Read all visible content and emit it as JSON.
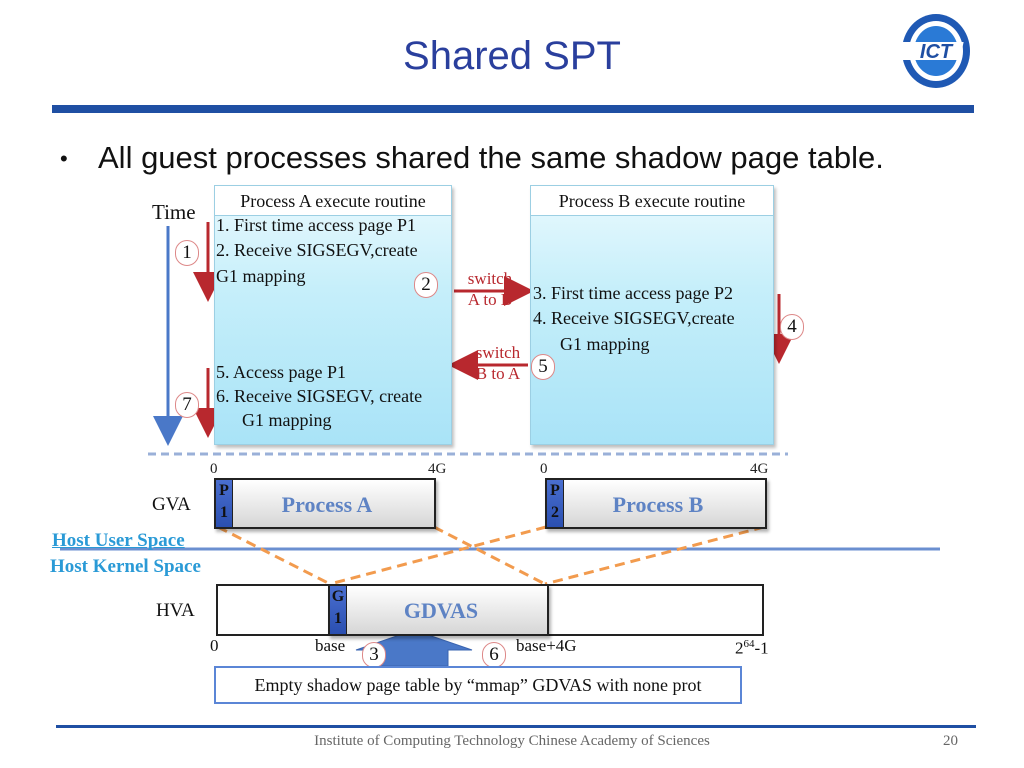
{
  "slide": {
    "title": "Shared SPT",
    "bullet": "All guest processes shared the same shadow page table.",
    "time_label": "Time",
    "process_a": {
      "header": "Process A execute routine",
      "lines_top": [
        "1. First time access page P1",
        "2. Receive SIGSEGV,create",
        "G1 mapping"
      ],
      "lines_bottom": [
        "5. Access page P1",
        "6. Receive SIGSEGV, create",
        "G1 mapping"
      ]
    },
    "process_b": {
      "header": "Process B execute routine",
      "lines": [
        "3. First time access page P2",
        "4. Receive SIGSEGV,create",
        "G1 mapping"
      ]
    },
    "switch_ab": [
      "switch",
      "A to B"
    ],
    "switch_ba": [
      "switch",
      "B to A"
    ],
    "steps": [
      "1",
      "2",
      "3",
      "4",
      "5",
      "6",
      "7"
    ],
    "gva": {
      "label": "GVA",
      "a_start": "0",
      "a_end": "4G",
      "b_start": "0",
      "b_end": "4G",
      "page_a": [
        "P",
        "1"
      ],
      "page_b": [
        "P",
        "2"
      ],
      "proc_a": "Process A",
      "proc_b": "Process B"
    },
    "host_user_space": "Host User Space",
    "host_kernel_space": "Host Kernel Space",
    "hva": {
      "label": "HVA",
      "g1": [
        "G",
        "1"
      ],
      "gdvas": "GDVAS",
      "tick_0": "0",
      "tick_base": "base",
      "tick_base4g": "base+4G",
      "tick_max_base": "2",
      "tick_max_exp": "64",
      "tick_max_suffix": "-1"
    },
    "note": "Empty shadow page table by “mmap” GDVAS with none prot",
    "footer": "Institute of Computing Technology Chinese Academy of Sciences",
    "page_number": "20",
    "logo_text": "ICT",
    "colors": {
      "accent": "#1f4fa3",
      "arrow_red": "#b8282e",
      "dash_orange": "#f29b4e",
      "host_blue": "#2a9ad6"
    }
  }
}
